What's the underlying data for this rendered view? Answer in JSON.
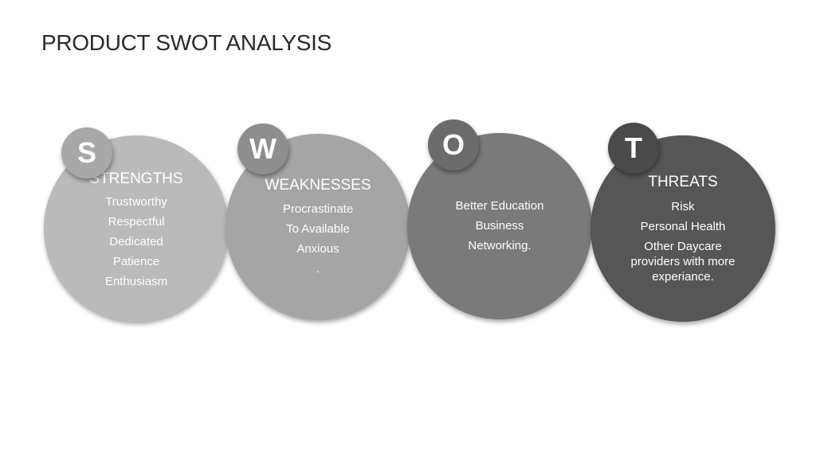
{
  "title": "PRODUCT SWOT ANALYSIS",
  "quadrants": [
    {
      "letter": "S",
      "heading": "STRENGTHS",
      "items": [
        "Trustworthy",
        "Respectful",
        "Dedicated",
        "Patience",
        "Enthusiasm"
      ],
      "color": "#bababa",
      "badge_color": "#a8a8a8"
    },
    {
      "letter": "W",
      "heading": "WEAKNESSES",
      "items": [
        "Procrastinate",
        "To Available",
        "Anxious",
        "."
      ],
      "color": "#a5a5a5",
      "badge_color": "#8e8e8e"
    },
    {
      "letter": "O",
      "heading": "",
      "items": [
        "Better Education",
        "Business",
        "Networking."
      ],
      "color": "#7a7a7a",
      "badge_color": "#6b6b6b"
    },
    {
      "letter": "T",
      "heading": "THREATS",
      "items": [
        "Risk",
        "Personal Health",
        "Other Daycare",
        "providers with more experiance."
      ],
      "color": "#565656",
      "badge_color": "#4a4a4a"
    }
  ]
}
